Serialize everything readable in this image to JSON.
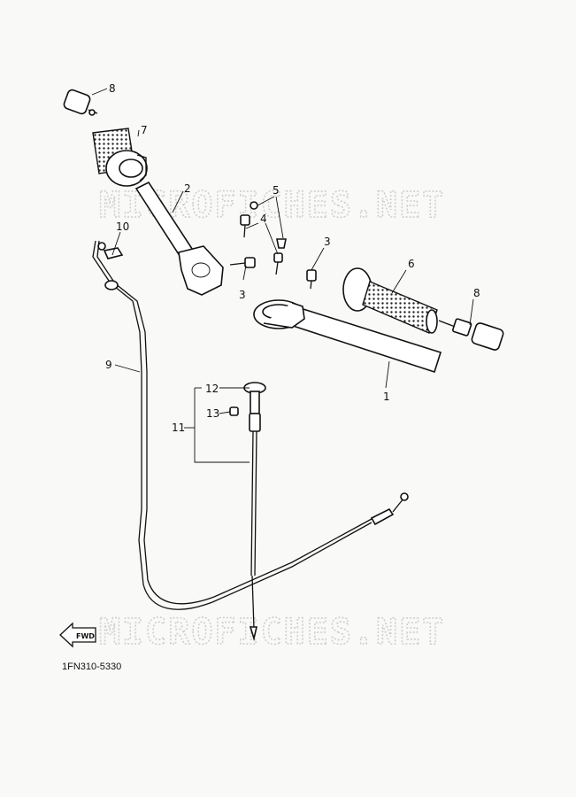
{
  "callouts": {
    "c1": "1",
    "c2": "2",
    "c3a": "3",
    "c3b": "3",
    "c4": "4",
    "c5": "5",
    "c6": "6",
    "c7": "7",
    "c8a": "8",
    "c8b": "8",
    "c9": "9",
    "c10": "10",
    "c11": "11",
    "c12": "12",
    "c13": "13"
  },
  "watermark": "MICROFICHES.NET",
  "fwd_label": "FWD",
  "diagram_code": "1FN310-5330"
}
